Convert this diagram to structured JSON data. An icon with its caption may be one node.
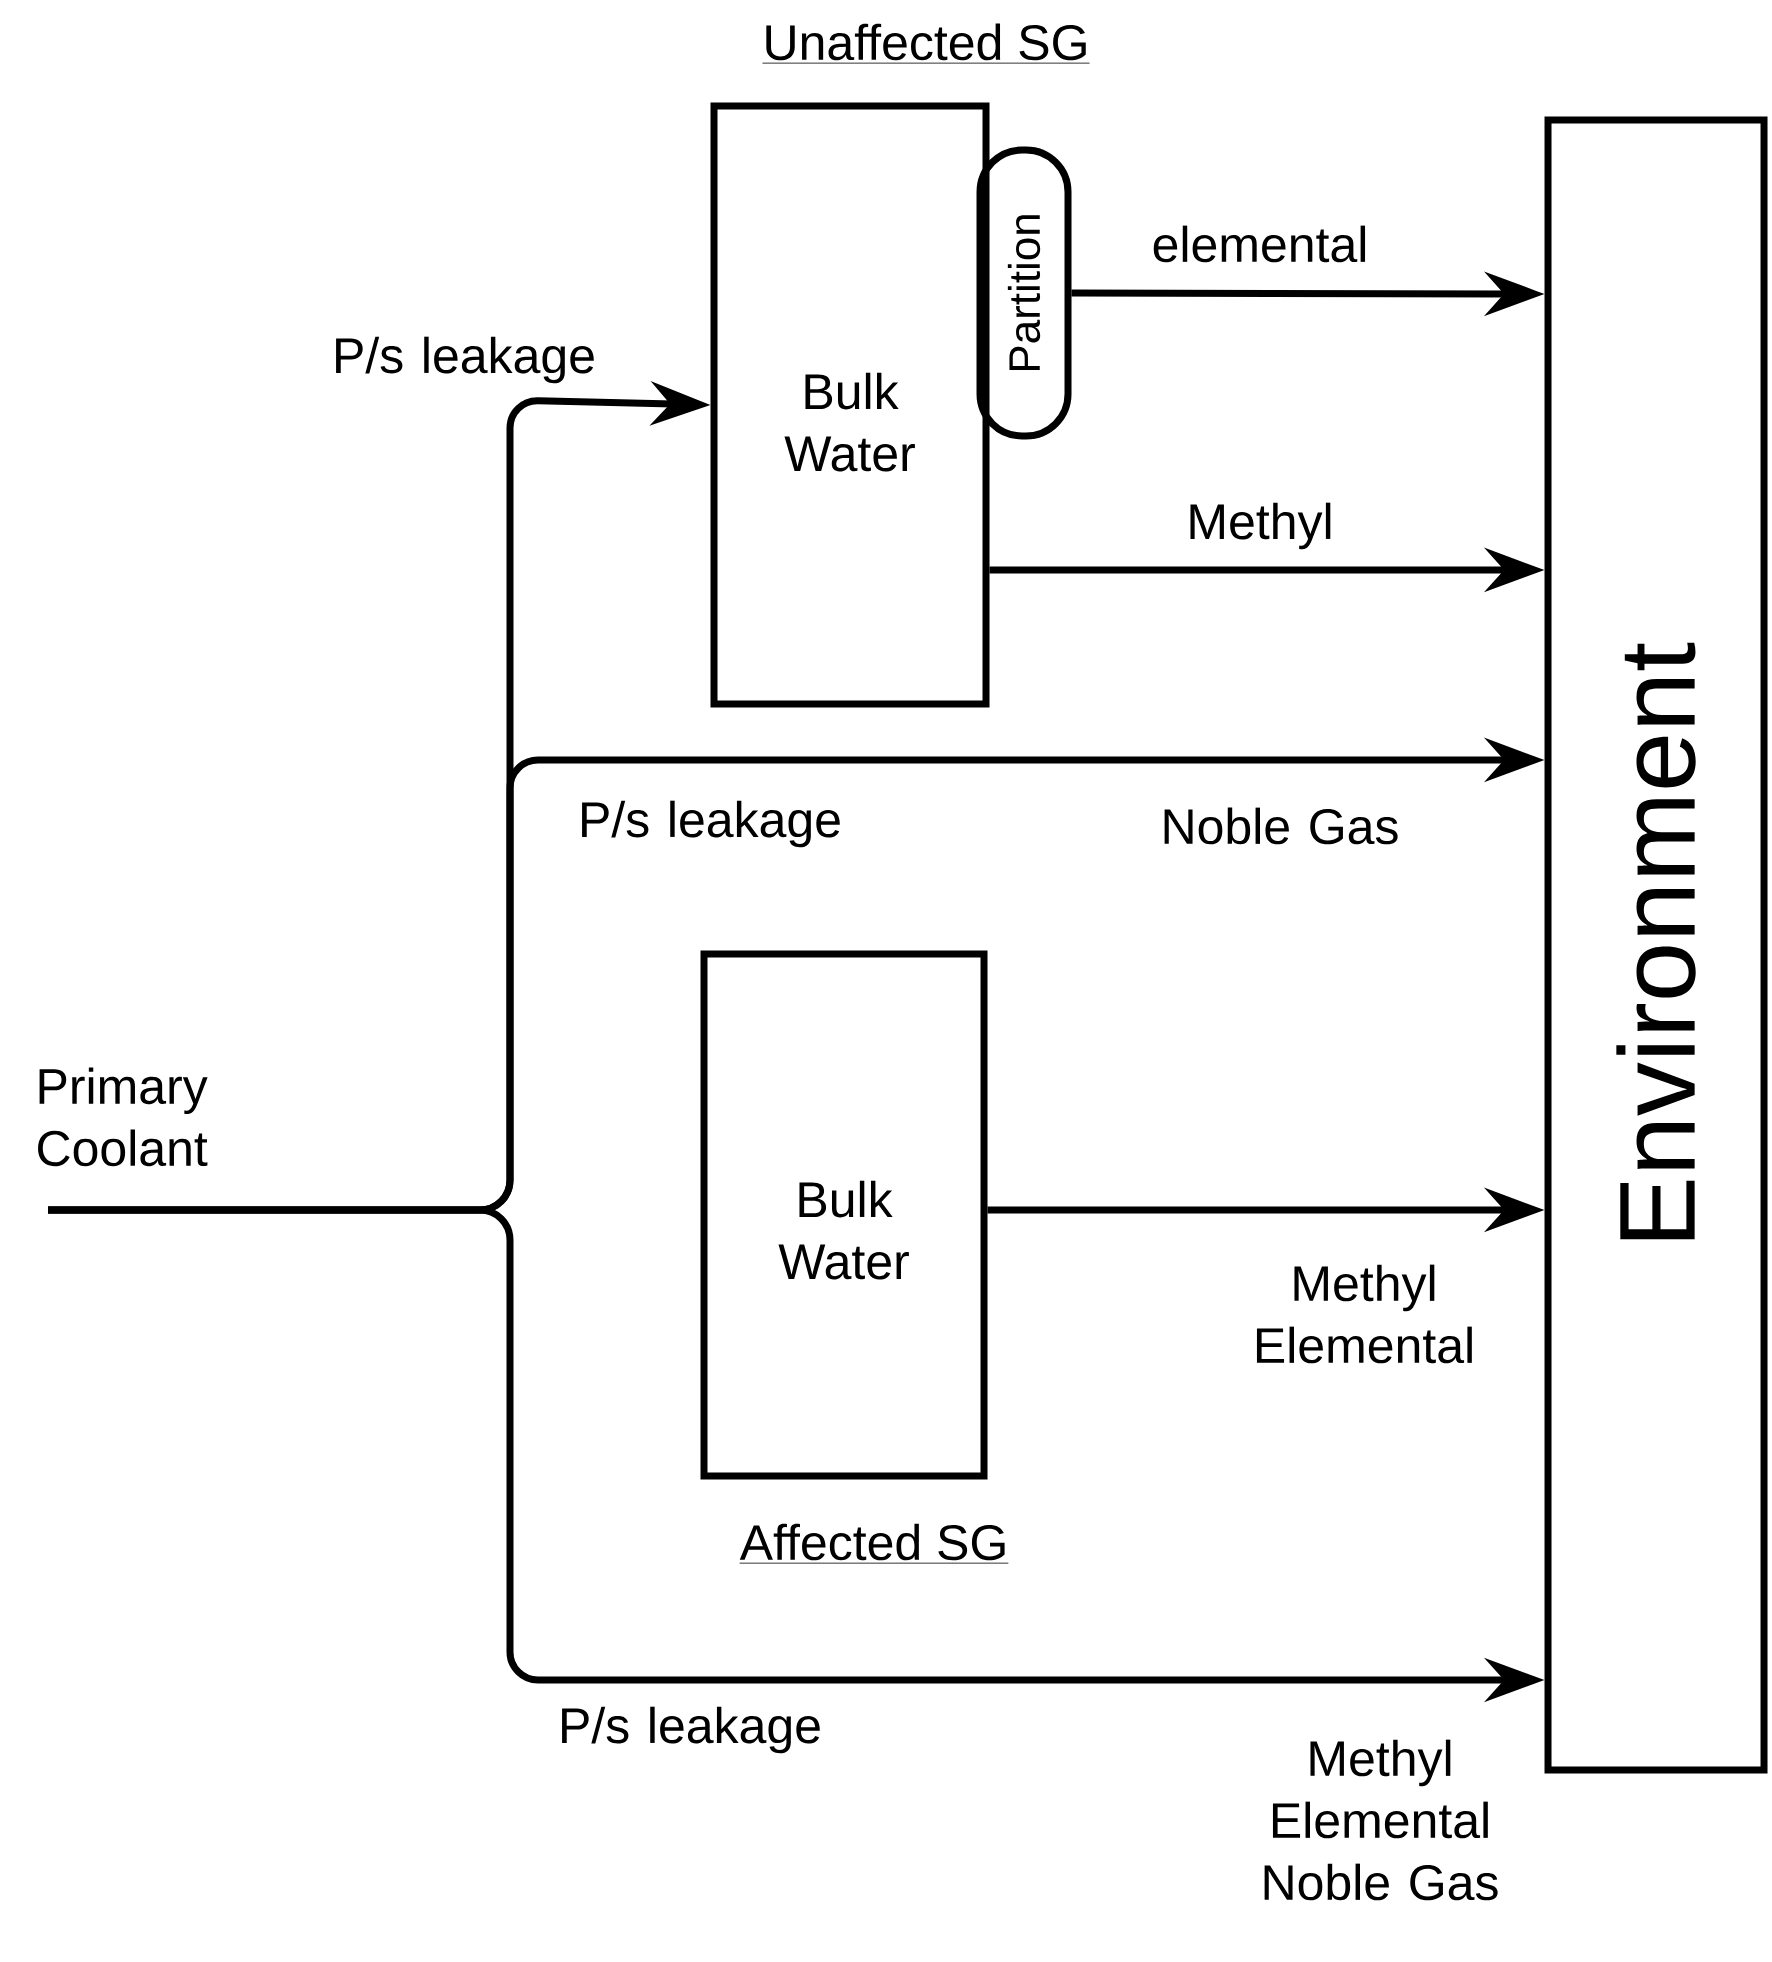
{
  "diagram": {
    "nodes": [
      {
        "text": [
          "Primary Coolant"
        ]
      },
      {
        "text": [
          "Unaffected SG",
          "Bulk Water"
        ]
      },
      {
        "text": [
          "Partition"
        ]
      },
      {
        "text": [
          "Bulk Water",
          "Affected SG"
        ]
      },
      {
        "text": [
          "Environment"
        ]
      }
    ],
    "edges": [
      {
        "from": 0,
        "to": 1,
        "arrow": "to",
        "label": "P/s leakage"
      },
      {
        "from": 0,
        "to": 4,
        "arrow": "to",
        "label": "P/s leakage"
      },
      {
        "from": 0,
        "to": 4,
        "arrow": "to",
        "label": "P/s leakage"
      },
      {
        "from": 2,
        "to": 4,
        "arrow": "to",
        "label": "elemental"
      },
      {
        "from": 1,
        "to": 4,
        "arrow": "to",
        "label": "Methyl"
      },
      {
        "from": 3,
        "to": 4,
        "arrow": "to",
        "label": "Methyl Elemental"
      }
    ],
    "labels": [
      "Noble Gas",
      "Methyl Elemental Noble Gas"
    ]
  }
}
